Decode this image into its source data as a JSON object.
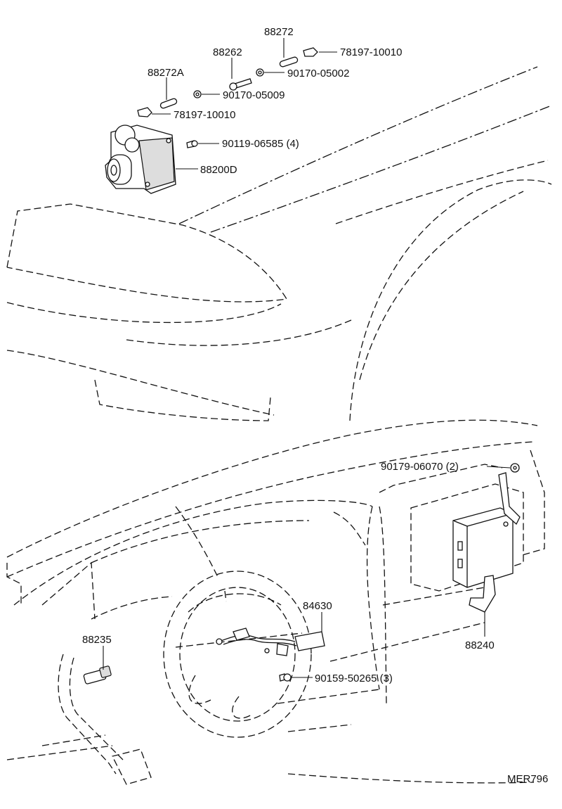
{
  "labels": {
    "p88272_top": "88272",
    "p78197_top": "78197-10010",
    "p88262": "88262",
    "p90170_05002": "90170-05002",
    "p88272A": "88272A",
    "p90170_05009": "90170-05009",
    "p78197_mid": "78197-10010",
    "p90119": "90119-06585 (4)",
    "p88200D": "88200D",
    "p90179": "90179-06070 (2)",
    "p84630": "84630",
    "p88235": "88235",
    "p88240": "88240",
    "p90159": "90159-50265 (3)",
    "ref_code": "MER796"
  }
}
